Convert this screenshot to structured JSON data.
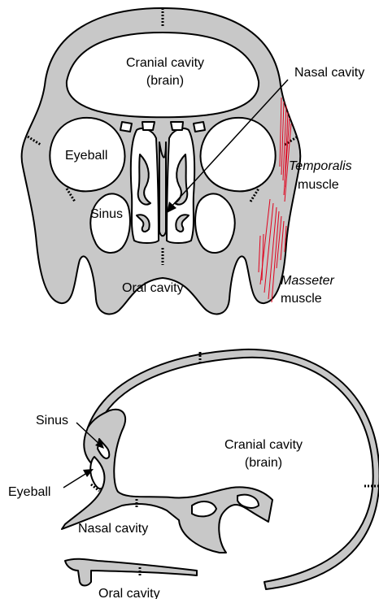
{
  "front_view": {
    "cranial_cavity": [
      "Cranial cavity",
      "(brain)"
    ],
    "nasal_cavity": "Nasal cavity",
    "eyeball": "Eyeball",
    "sinus": "Sinus",
    "oral_cavity": "Oral cavity",
    "temporalis": {
      "name": "Temporalis",
      "suffix": "muscle"
    },
    "masseter": {
      "name": "Masseter",
      "suffix": "muscle"
    }
  },
  "side_view": {
    "sinus": "Sinus",
    "cranial_cavity": [
      "Cranial cavity",
      "(brain)"
    ],
    "eyeball": "Eyeball",
    "nasal_cavity": "Nasal cavity",
    "oral_cavity": "Oral cavity"
  },
  "colors": {
    "bone": "#c8c8c8",
    "muscle": "#e0001b",
    "outline": "#000000"
  }
}
